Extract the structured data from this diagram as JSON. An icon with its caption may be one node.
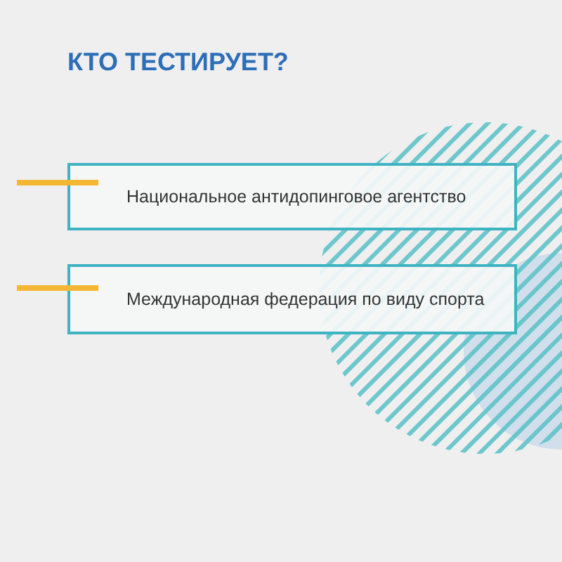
{
  "diagram": {
    "title": "КТО ТЕСТИРУЕТ?",
    "nodes": [
      {
        "text": [
          "Национальное антидопинговое агентство"
        ]
      },
      {
        "text": [
          "Международная федерация по виду спорта"
        ]
      }
    ]
  }
}
